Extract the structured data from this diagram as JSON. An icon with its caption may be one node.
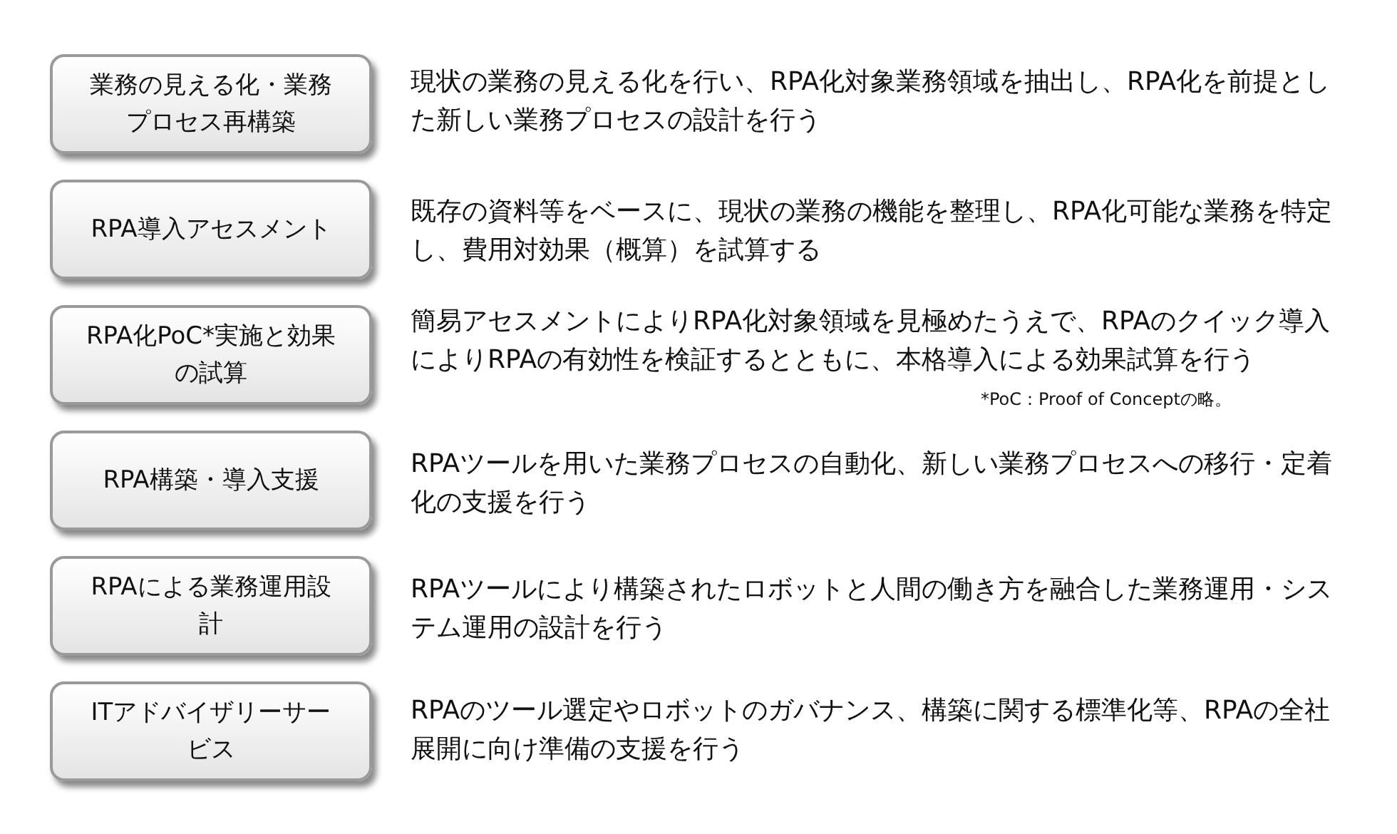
{
  "diagram": {
    "nodes": [
      {
        "text": [
          "業務の見える化・業務プロセス再構築"
        ],
        "beside": [
          "現状の業務の見える化を行い、RPA化対象業務領域を抽出し、RPA化を前提とした新しい業務プロセスの設計を行う"
        ]
      },
      {
        "text": [
          "RPA導入アセスメント"
        ],
        "beside": [
          "既存の資料等をベースに、現状の業務の機能を整理し、RPA化可能な業務を特定し、費用対効果（概算）を試算する"
        ]
      },
      {
        "text": [
          "RPA化PoC*実施と効果の試算"
        ],
        "beside": [
          "簡易アセスメントによりRPA化対象領域を見極めたうえで、RPAのクイック導入によりRPAの有効性を検証するとともに、本格導入による効果試算を行う"
        ]
      },
      {
        "text": [
          "RPA構築・導入支援"
        ],
        "beside": [
          "RPAツールを用いた業務プロセスの自動化、新しい業務プロセスへの移行・定着化の支援を行う"
        ]
      },
      {
        "text": [
          "RPAによる業務運用設計"
        ],
        "beside": [
          "RPAツールにより構築されたロボットと人間の働き方を融合した業務運用・システム運用の設計を行う"
        ]
      },
      {
        "text": [
          "ITアドバイザリーサービス"
        ],
        "beside": [
          "RPAのツール選定やロボットのガバナンス、構築に関する標準化等、RPAの全社展開に向け準備の支援を行う"
        ]
      }
    ],
    "labels": [
      "*PoC：Proof of Conceptの略。"
    ]
  }
}
